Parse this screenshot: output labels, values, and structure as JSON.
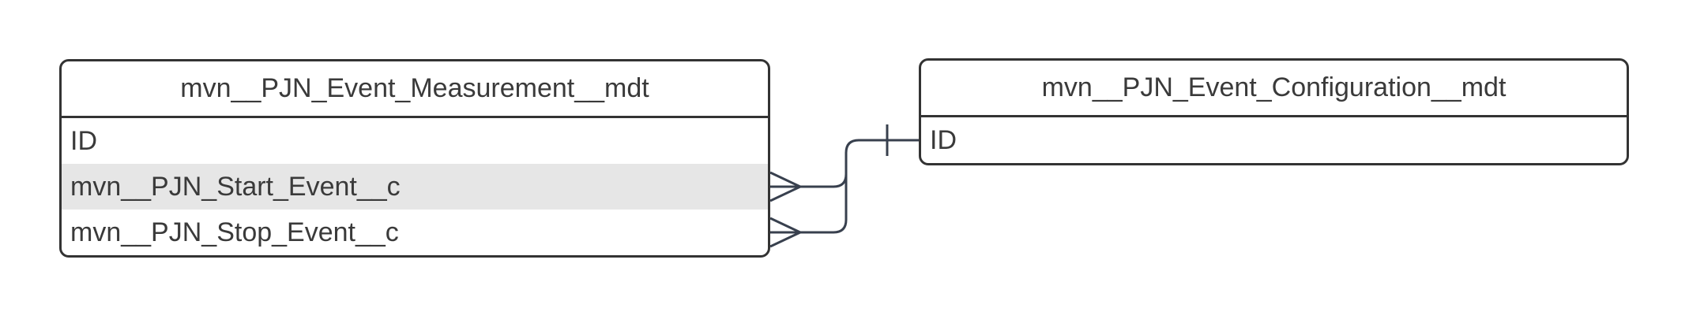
{
  "diagram": {
    "type": "entity-relationship",
    "entities": [
      {
        "title": "mvn__PJN_Event_Measurement__mdt",
        "fields": [
          {
            "name": "ID",
            "highlighted": false
          },
          {
            "name": "mvn__PJN_Start_Event__c",
            "highlighted": true
          },
          {
            "name": "mvn__PJN_Stop_Event__c",
            "highlighted": false
          }
        ]
      },
      {
        "title": "mvn__PJN_Event_Configuration__mdt",
        "fields": [
          {
            "name": "ID",
            "highlighted": false
          }
        ]
      }
    ],
    "relationships": [
      {
        "from_entity": "mvn__PJN_Event_Measurement__mdt",
        "from_field": "mvn__PJN_Start_Event__c",
        "to_entity": "mvn__PJN_Event_Configuration__mdt",
        "to_field": "ID",
        "from_cardinality": "many",
        "to_cardinality": "one"
      },
      {
        "from_entity": "mvn__PJN_Event_Measurement__mdt",
        "from_field": "mvn__PJN_Stop_Event__c",
        "to_entity": "mvn__PJN_Event_Configuration__mdt",
        "to_field": "ID",
        "from_cardinality": "many",
        "to_cardinality": "one"
      }
    ],
    "colors": {
      "background": "#ffffff",
      "entity_border": "#333333",
      "entity_fill": "#ffffff",
      "text": "#3a3a3a",
      "highlight_row_fill": "#e6e6e6",
      "connector": "#38404e"
    }
  }
}
